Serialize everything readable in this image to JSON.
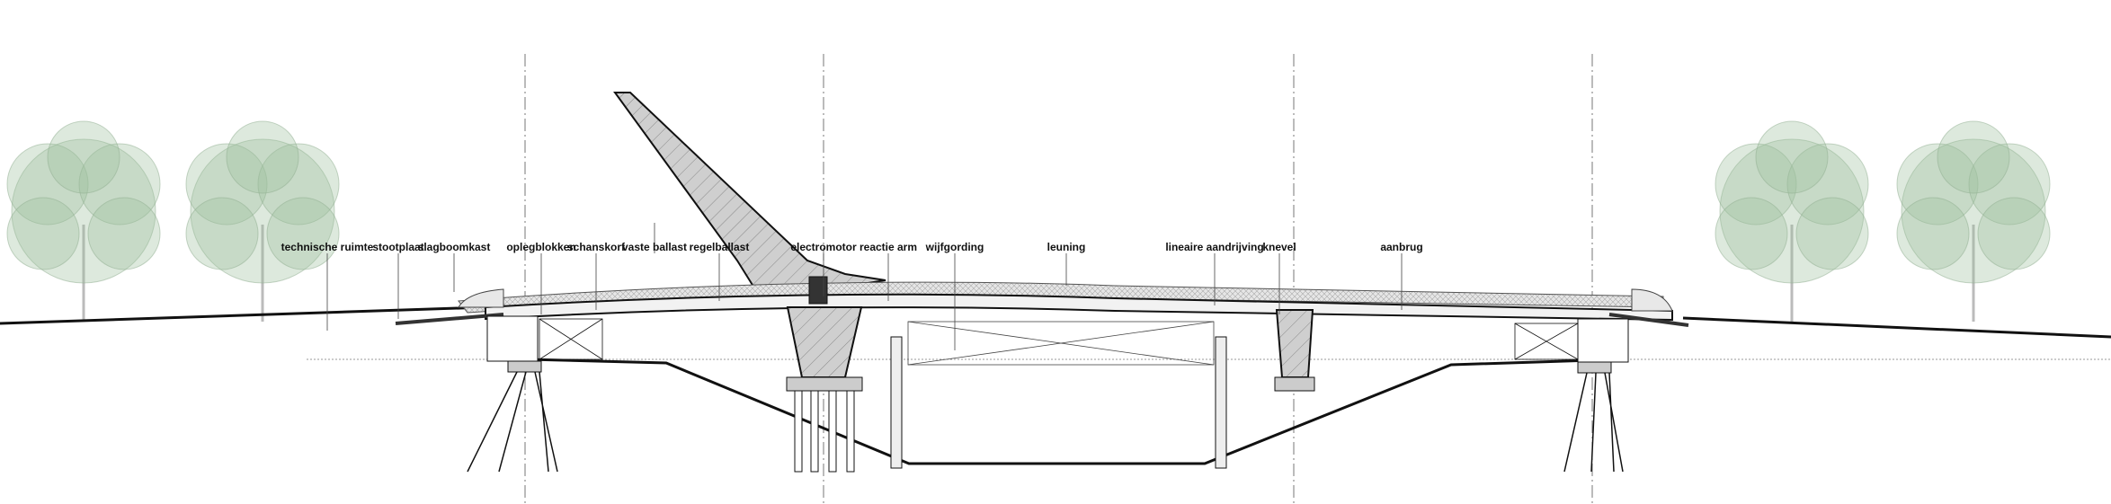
{
  "drawing": {
    "title": "Bridge cross-section with labelled components",
    "labels": [
      "technische ruimte",
      "stootplaat",
      "slagboomkast",
      "oplegblokken",
      "schanskorf",
      "vaste ballast",
      "regelballast",
      "electromotor",
      "reactie arm",
      "wijfgording",
      "leuning",
      "lineaire aandrijving",
      "knevel",
      "aanbrug"
    ],
    "colors": {
      "line": "#111111",
      "hatch": "#bdbdbd",
      "tree": "#9fbf9f",
      "deck": "#f2f2f2"
    }
  }
}
